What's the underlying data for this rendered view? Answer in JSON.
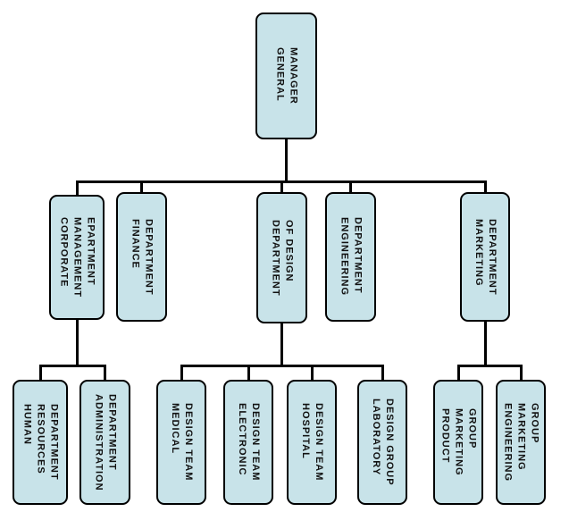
{
  "colors": {
    "node_fill": "#c8e3e9",
    "node_border": "#000000",
    "connector": "#000000",
    "background": "#ffffff",
    "text": "#111111"
  },
  "nodes": {
    "general_manager": {
      "label": "GENERAL\nMANAGER"
    },
    "corporate_management": {
      "label": "CORPORATE\nMANAGEMENT\nEPARTMENT"
    },
    "finance": {
      "label": "FINANCE\nDEPARTMENT"
    },
    "design": {
      "label": "DEPARTMENT\nOF DESIGN"
    },
    "engineering": {
      "label": "ENGINEERING\nDEPARTMENT"
    },
    "marketing": {
      "label": "MARKETING\nDEPARTMENT"
    },
    "human_resources": {
      "label": "HUMAN\nRESOURCES\nDEPARTMENT"
    },
    "administration": {
      "label": "ADMINISTRATION\nDEPARTMENT"
    },
    "medical_design": {
      "label": "MEDICAL\nDESIGN TEAM"
    },
    "electronic_design": {
      "label": "ELECTRONIC\nDESIGN TEAM"
    },
    "hospital_design": {
      "label": "HOSPITAL\nDESIGN TEAM"
    },
    "laboratory_design": {
      "label": "LABORATORY\nDESIGN GROUP"
    },
    "product_marketing": {
      "label": "PRODUCT\nMARKETING\nGROUP"
    },
    "engineering_marketing": {
      "label": "ENGINEERING\nMARKETING\nGROUP"
    }
  },
  "hierarchy": {
    "GENERAL MANAGER": [
      "CORPORATE MANAGEMENT EPARTMENT",
      "FINANCE DEPARTMENT",
      "DEPARTMENT OF DESIGN",
      "ENGINEERING DEPARTMENT",
      "MARKETING DEPARTMENT"
    ],
    "CORPORATE MANAGEMENT EPARTMENT": [
      "HUMAN RESOURCES DEPARTMENT",
      "ADMINISTRATION DEPARTMENT"
    ],
    "DEPARTMENT OF DESIGN": [
      "MEDICAL DESIGN TEAM",
      "ELECTRONIC DESIGN TEAM",
      "HOSPITAL DESIGN TEAM",
      "LABORATORY DESIGN GROUP"
    ],
    "MARKETING DEPARTMENT": [
      "PRODUCT MARKETING GROUP",
      "ENGINEERING MARKETING GROUP"
    ]
  }
}
